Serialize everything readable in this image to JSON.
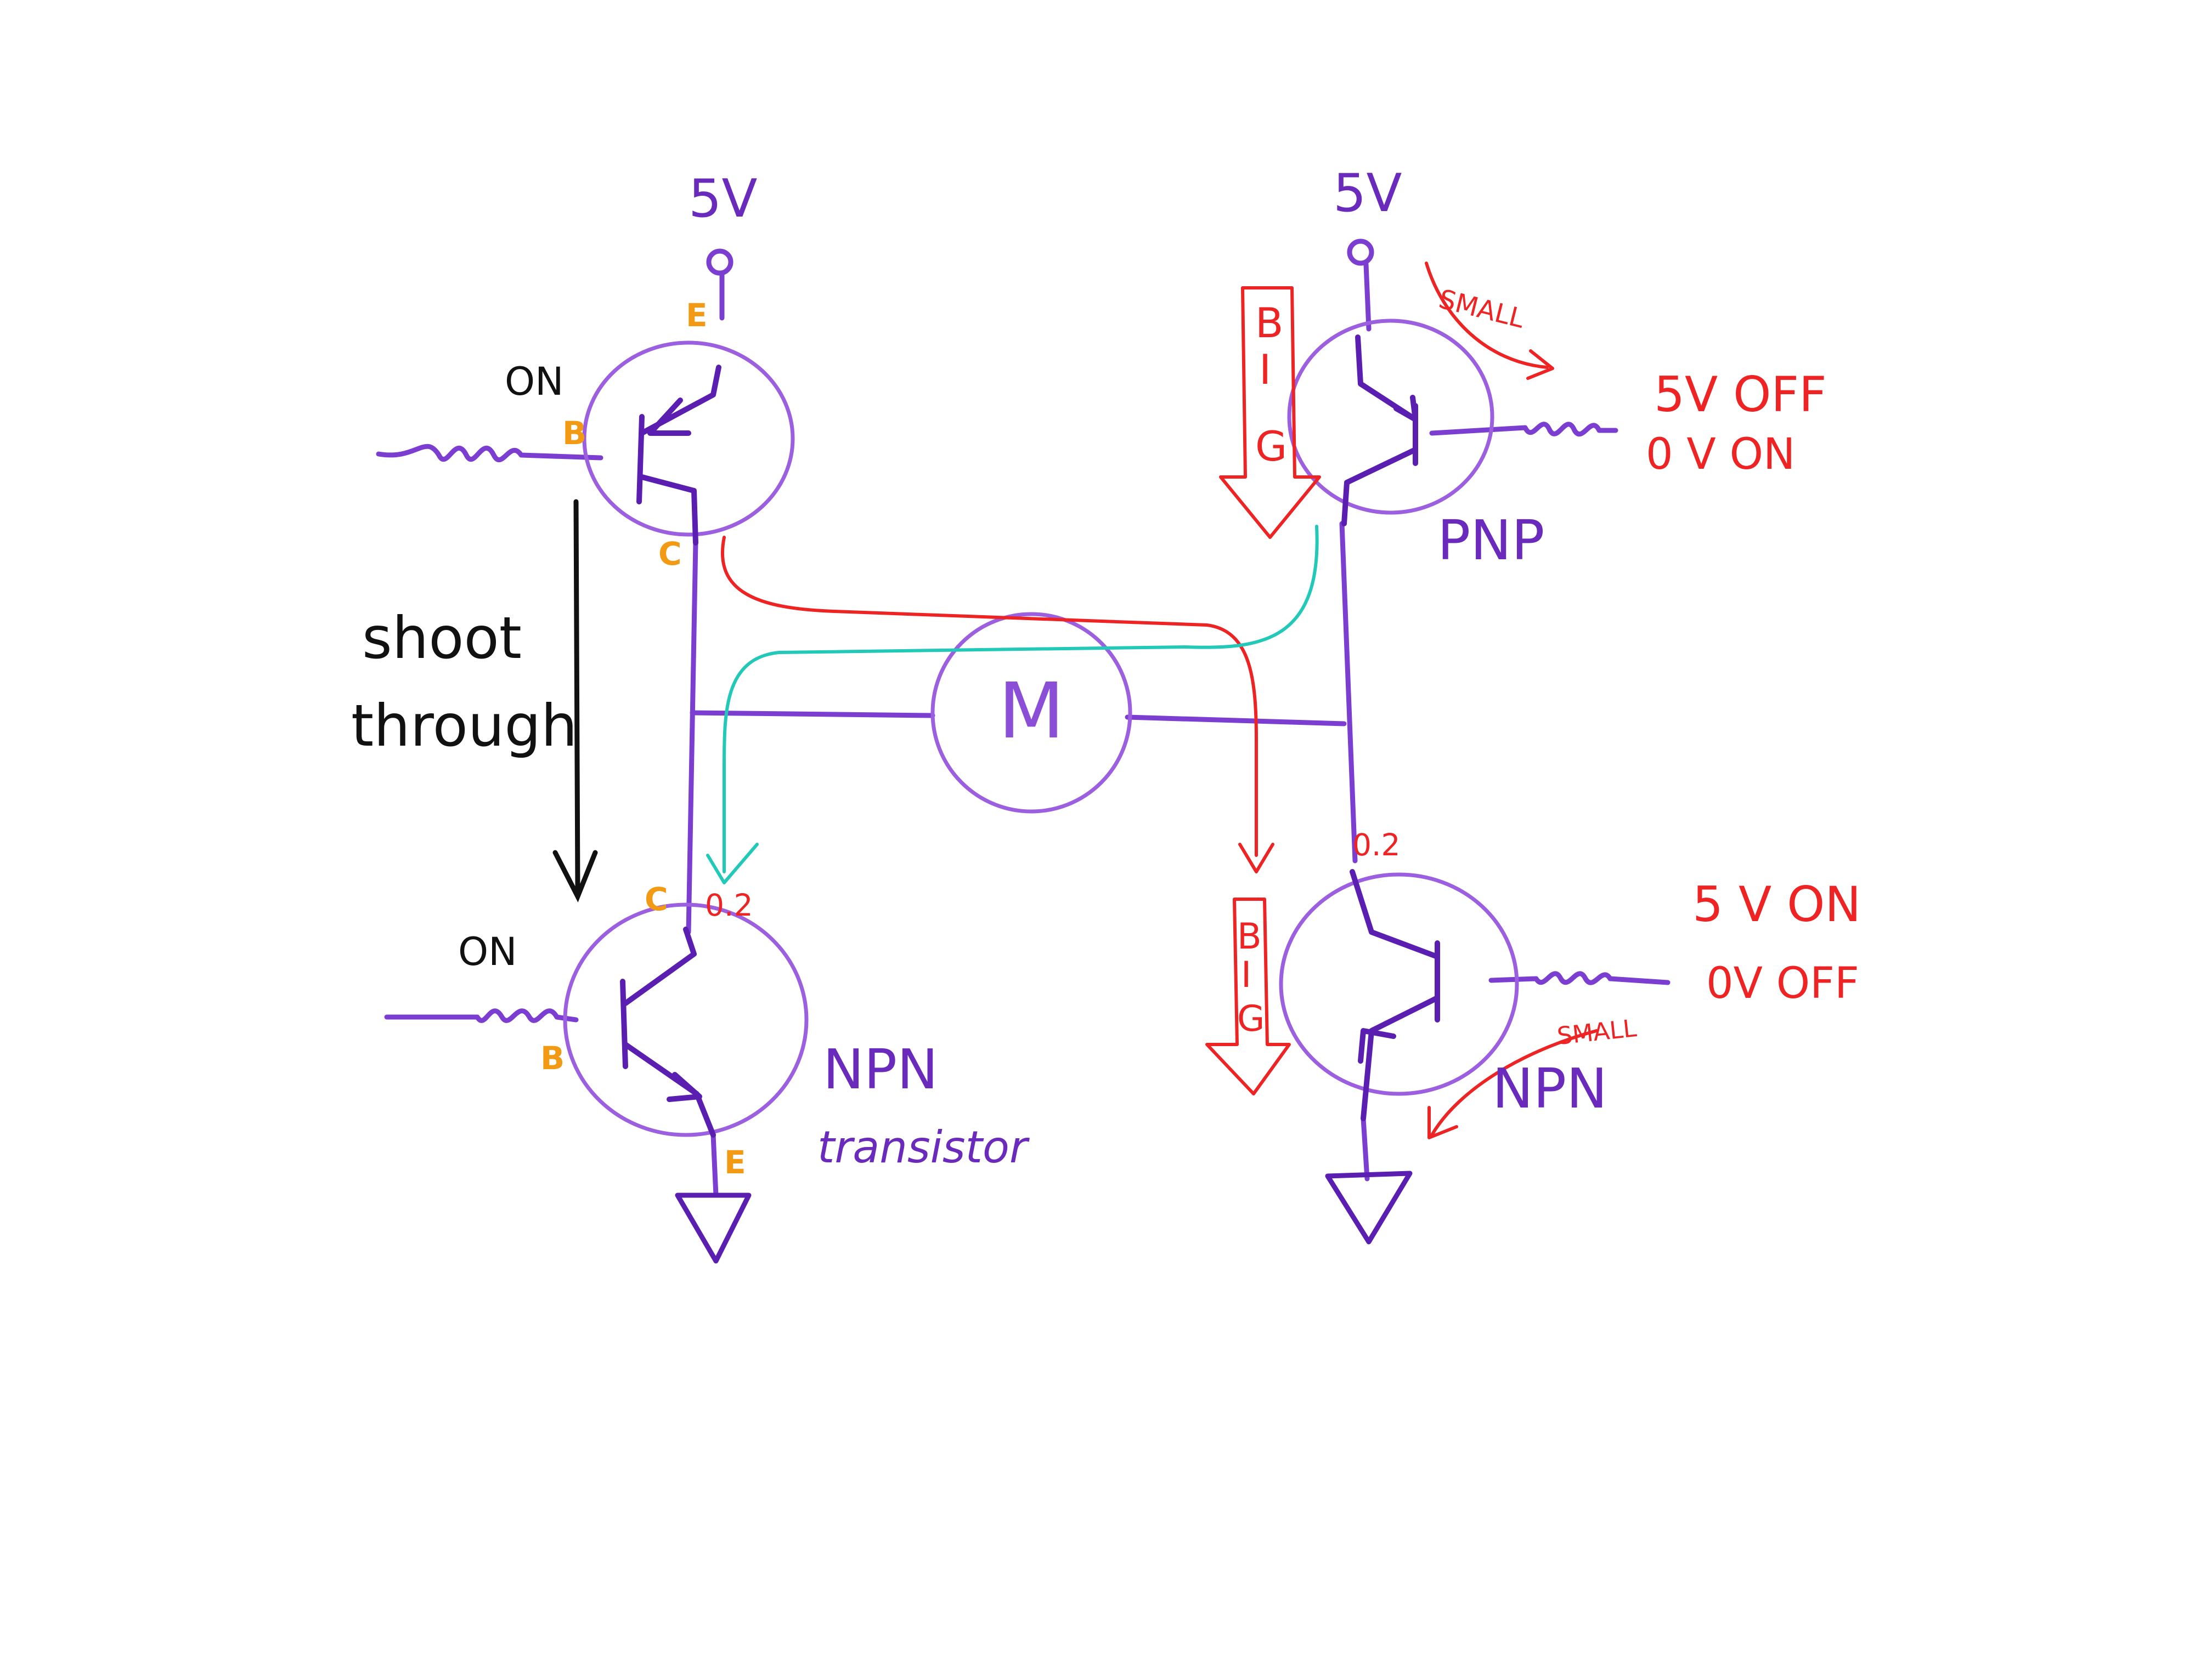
{
  "colors": {
    "purple": "#6a2bbd",
    "violet": "#9b5fe0",
    "orange": "#f39a14",
    "red": "#ee2424",
    "teal": "#22c8b8",
    "black": "#111111"
  },
  "top_left": {
    "supply": "5V",
    "emitter": "E",
    "base": "B",
    "collector": "C",
    "state": "ON"
  },
  "top_right": {
    "supply": "5V",
    "small": "SMALL",
    "big": [
      "B",
      "I",
      "G"
    ],
    "line1": "5V OFF",
    "line2": "0 V  ON",
    "type": "PNP"
  },
  "bottom_left": {
    "collector": "C",
    "voltage": "0.2",
    "state": "ON",
    "base": "B",
    "emitter": "E",
    "type": "NPN",
    "type_sub": "transistor"
  },
  "bottom_right": {
    "voltage": "0.2",
    "big": [
      "B",
      "I",
      "G"
    ],
    "line1": "5 V  ON",
    "line2": "0V   OFF",
    "small": "SMALL",
    "type": "NPN"
  },
  "motor": {
    "label": "M"
  },
  "shoot_through": {
    "line1": "shoot",
    "line2": "through"
  }
}
